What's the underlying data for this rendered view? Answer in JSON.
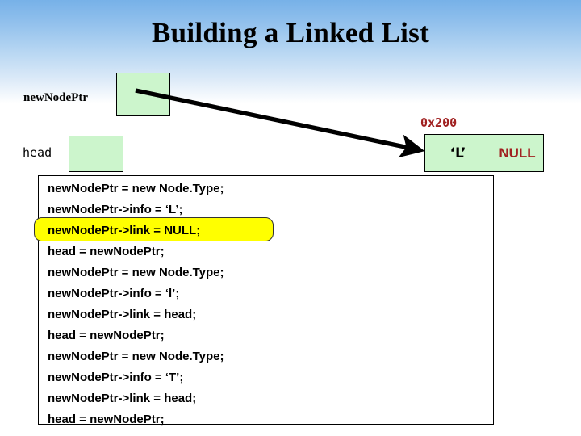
{
  "slide": {
    "title": "Building a Linked List",
    "background_top_color": "#77B1E8",
    "background_bottom_color": "#FFFFFF"
  },
  "pointers": [
    {
      "name": "newNodePtr",
      "label": "newNodePtr",
      "box_color": "#CCF5CC",
      "value": ""
    },
    {
      "name": "head",
      "label": "head",
      "box_color": "#CCF5CC",
      "value": ""
    }
  ],
  "node": {
    "address": "0x200",
    "address_color": "#A02020",
    "info": "‘L’",
    "link": "NULL",
    "link_color": "#A02020",
    "cell_color": "#CCF5CC"
  },
  "arrow": {
    "name": "newNodePtr-to-node-arrow",
    "from": "newNodePtr box",
    "to": "node info cell",
    "color": "#000000"
  },
  "code": {
    "highlight_index": 2,
    "highlight_color": "#FFFF00",
    "lines": [
      "newNodePtr = new Node.Type;",
      "newNodePtr->info = ‘L’;",
      "newNodePtr->link = NULL;",
      "head = newNodePtr;",
      "newNodePtr = new Node.Type;",
      "newNodePtr->info = ‘l’;",
      "newNodePtr->link = head;",
      "head = newNodePtr;",
      "newNodePtr = new Node.Type;",
      "newNodePtr->info = ‘T’;",
      "newNodePtr->link = head;",
      "head = newNodePtr;"
    ]
  }
}
